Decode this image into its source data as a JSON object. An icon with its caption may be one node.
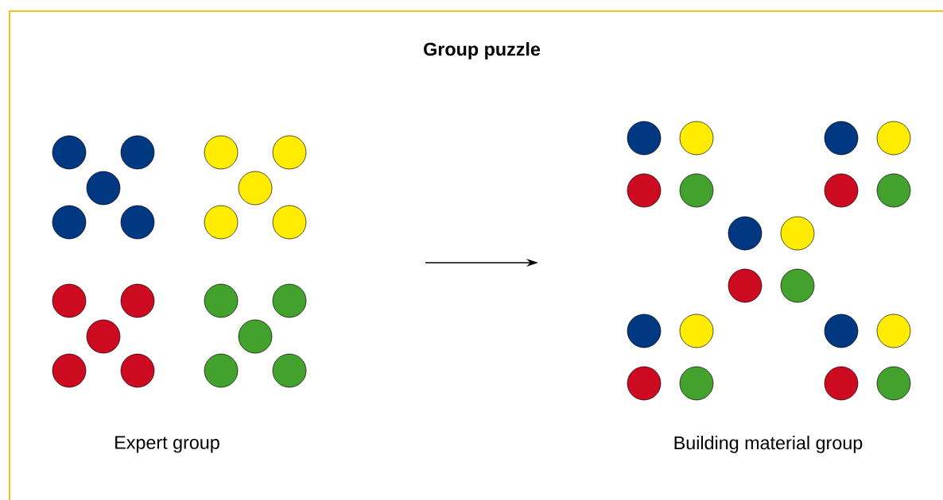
{
  "diagram": {
    "title": "Group puzzle",
    "labels": [
      "Expert group",
      "Building material group"
    ]
  }
}
